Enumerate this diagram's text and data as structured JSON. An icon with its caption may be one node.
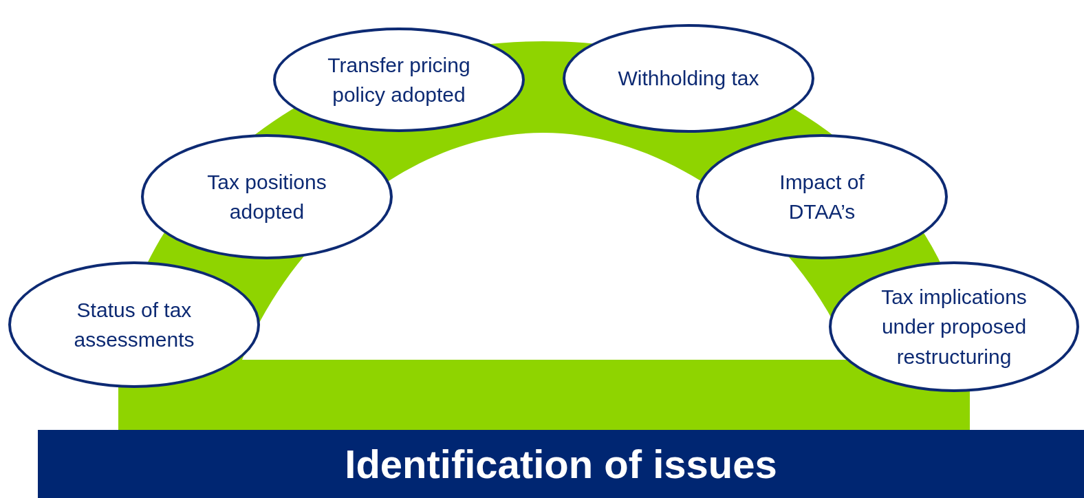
{
  "diagram": {
    "nodes": [
      {
        "text": [
          "Transfer pricing policy adopted"
        ]
      },
      {
        "text": [
          "Withholding tax"
        ]
      },
      {
        "text": [
          "Tax positions adopted"
        ]
      },
      {
        "text": [
          "Impact of DTAA’s"
        ]
      },
      {
        "text": [
          "Status of tax assessments"
        ]
      },
      {
        "text": [
          "Tax implications under proposed restructuring"
        ]
      },
      {
        "text": [
          "Identification of issues"
        ]
      }
    ]
  }
}
